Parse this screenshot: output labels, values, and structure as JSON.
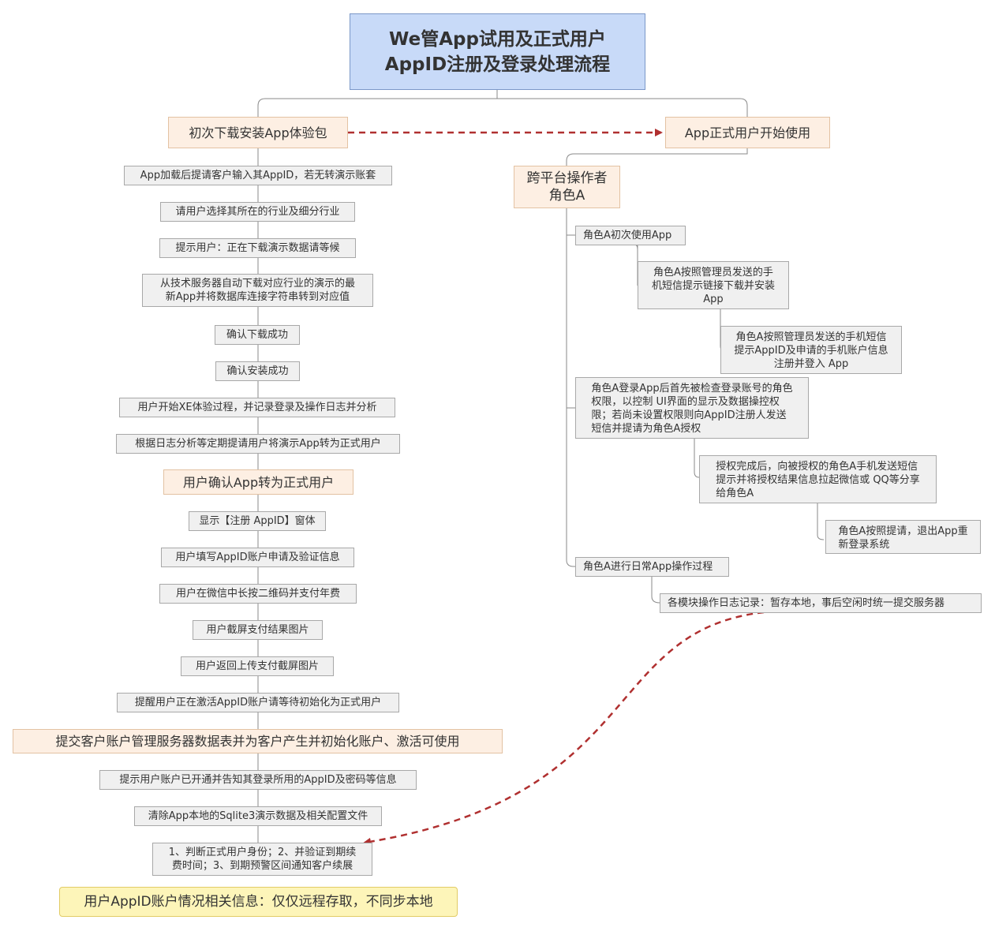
{
  "root": {
    "title": "We管App试用及正式用户\nAppID注册及登录处理流程"
  },
  "trial": {
    "title": "初次下载安装App体验包",
    "steps": [
      "App加载后提请客户输入其AppID，若无转演示账套",
      "请用户选择其所在的行业及细分行业",
      "提示用户：正在下载演示数据请等候",
      "从技术服务器自动下载对应行业的演示的最\n新App并将数据库连接字符串转到对应值",
      "确认下载成功",
      "确认安装成功",
      "用户开始XE体验过程，并记录登录及操作日志并分析",
      "根据日志分析等定期提请用户将演示App转为正式用户",
      "用户确认App转为正式用户",
      "显示【注册 AppID】窗体",
      "用户填写AppID账户申请及验证信息",
      "用户在微信中长按二维码并支付年费",
      "用户截屏支付结果图片",
      "用户返回上传支付截屏图片",
      "提醒用户正在激活AppID账户请等待初始化为正式用户",
      "提交客户账户管理服务器数据表并为客户产生并初始化账户、激活可使用",
      "提示用户账户已开通并告知其登录所用的AppID及密码等信息",
      "清除App本地的Sqlite3演示数据及相关配置文件",
      "1、判断正式用户身份；2、并验证到期续\n费时间；3、到期预警区间通知客户续展"
    ],
    "note": "用户AppID账户情况相关信息：仅仅远程存取，不同步本地"
  },
  "formal": {
    "title": "App正式用户开始使用",
    "role": "跨平台操作者\n角色A",
    "items": [
      "角色A初次使用App",
      "角色A按照管理员发送的手\n机短信提示链接下载并安装\nApp",
      "角色A按照管理员发送的手机短信\n提示AppID及申请的手机账户信息\n注册并登入 App",
      "角色A登录App后首先被检查登录账号的角色\n权限，以控制 UI界面的显示及数据操控权\n限；若尚未设置权限则向AppID注册人发送\n短信并提请为角色A授权",
      "授权完成后，向被授权的角色A手机发送短信\n提示并将授权结果信息拉起微信或 QQ等分享\n给角色A",
      "角色A按照提请，退出App重\n新登录系统",
      "角色A进行日常App操作过程",
      "各模块操作日志记录：暂存本地，事后空闲时统一提交服务器"
    ]
  },
  "colors": {
    "root_fill": "#c8daf8",
    "topic_fill": "#fdefe3",
    "step_fill": "#f0f0f0",
    "note_fill": "#fdf5b9",
    "arrow": "#b03030"
  }
}
